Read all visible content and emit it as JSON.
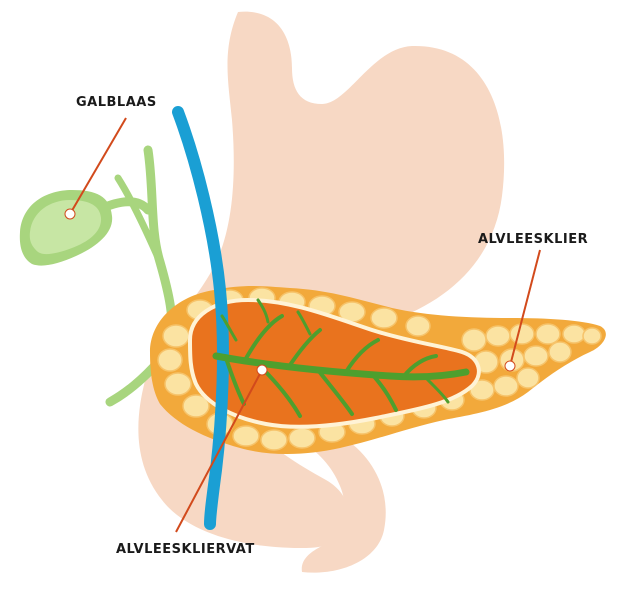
{
  "labels": {
    "gallbladder": "GALBLAAS",
    "pancreas": "ALVLEESKLIER",
    "pancreatic_duct": "ALVLEESKLIERVAT"
  },
  "colors": {
    "stomach": "#f7d8c4",
    "gallbladder": "#a8d57e",
    "bile_duct": "#1a9fd4",
    "pancreas_outer": "#f2a93b",
    "pancreas_lobules": "#fbe3a2",
    "pancreas_core": "#e9731e",
    "duct": "#4e9f2e",
    "leader_line": "#d24a1c",
    "marker": "#ffffff"
  }
}
